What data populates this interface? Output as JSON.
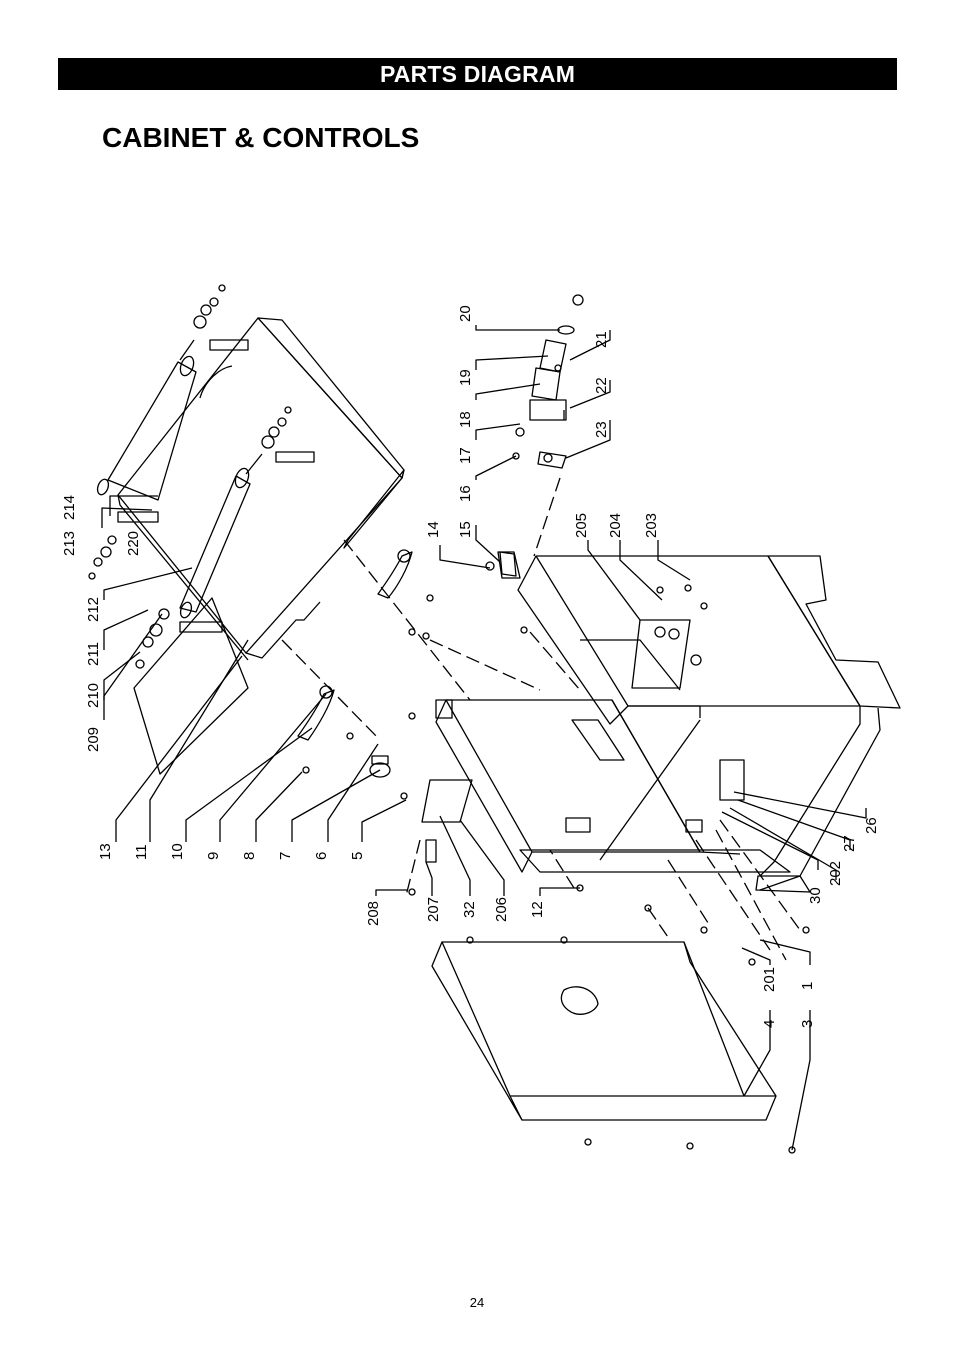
{
  "header": {
    "title": "PARTS DIAGRAM"
  },
  "section": {
    "title": "CABINET & CONTROLS"
  },
  "page": {
    "number": "24"
  },
  "colors": {
    "header_bg": "#000000",
    "header_text": "#ffffff",
    "line": "#000000"
  },
  "callouts": {
    "c1": "1",
    "c3": "3",
    "c4": "4",
    "c5": "5",
    "c6": "6",
    "c7": "7",
    "c8": "8",
    "c9": "9",
    "c10": "10",
    "c11": "11",
    "c12": "12",
    "c13": "13",
    "c14": "14",
    "c15": "15",
    "c16": "16",
    "c17": "17",
    "c18": "18",
    "c19": "19",
    "c20": "20",
    "c21": "21",
    "c22": "22",
    "c23": "23",
    "c26": "26",
    "c27": "27",
    "c30": "30",
    "c32": "32",
    "c201": "201",
    "c202": "202",
    "c203": "203",
    "c204": "204",
    "c205": "205",
    "c206": "206",
    "c207": "207",
    "c208": "208",
    "c209": "209",
    "c210": "210",
    "c211": "211",
    "c212": "212",
    "c213": "213",
    "c214": "214",
    "c220": "220"
  }
}
